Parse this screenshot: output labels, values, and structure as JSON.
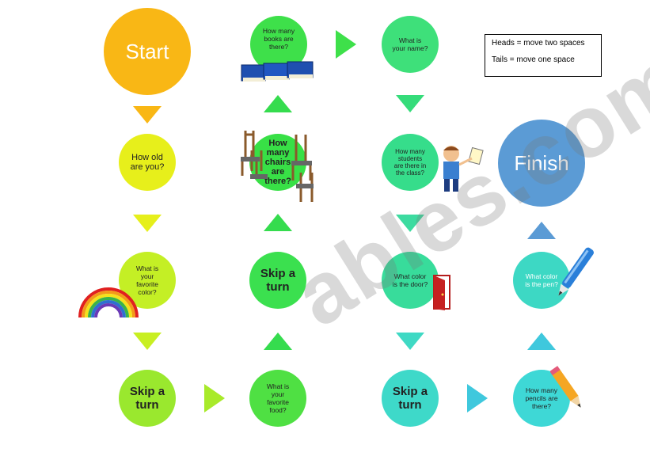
{
  "legend": {
    "heads": "Heads = move two spaces",
    "tails": "Tails = move one space"
  },
  "circles": {
    "start": "Start",
    "books": "How many\nbooks are\nthere?",
    "name": "What is\nyour name?",
    "age": "How old\nare you?",
    "chairs": "How\nmany\nchairs\nare\nthere?",
    "students": "How many\nstudents\nare there in\nthe class?",
    "finish": "Finish",
    "fav_color": "What is\nyour\nfavorite\ncolor?",
    "skip1": "Skip a\nturn",
    "door": "What color\nis the door?",
    "pen": "What color\nis the pen?",
    "skip2": "Skip a\nturn",
    "food": "What is\nyour\nfavorite\nfood?",
    "skip3": "Skip a\nturn",
    "pencils": "How many\npencils are\nthere?"
  },
  "watermark": "ables.com",
  "colors": {
    "start": "#f9b715",
    "yellow": "#e6ef1b",
    "lime": "#b9ef27",
    "green": "#35dc4e",
    "teal": "#35d98d",
    "cyan": "#3fd9c9",
    "blue": "#5b9bd5"
  }
}
